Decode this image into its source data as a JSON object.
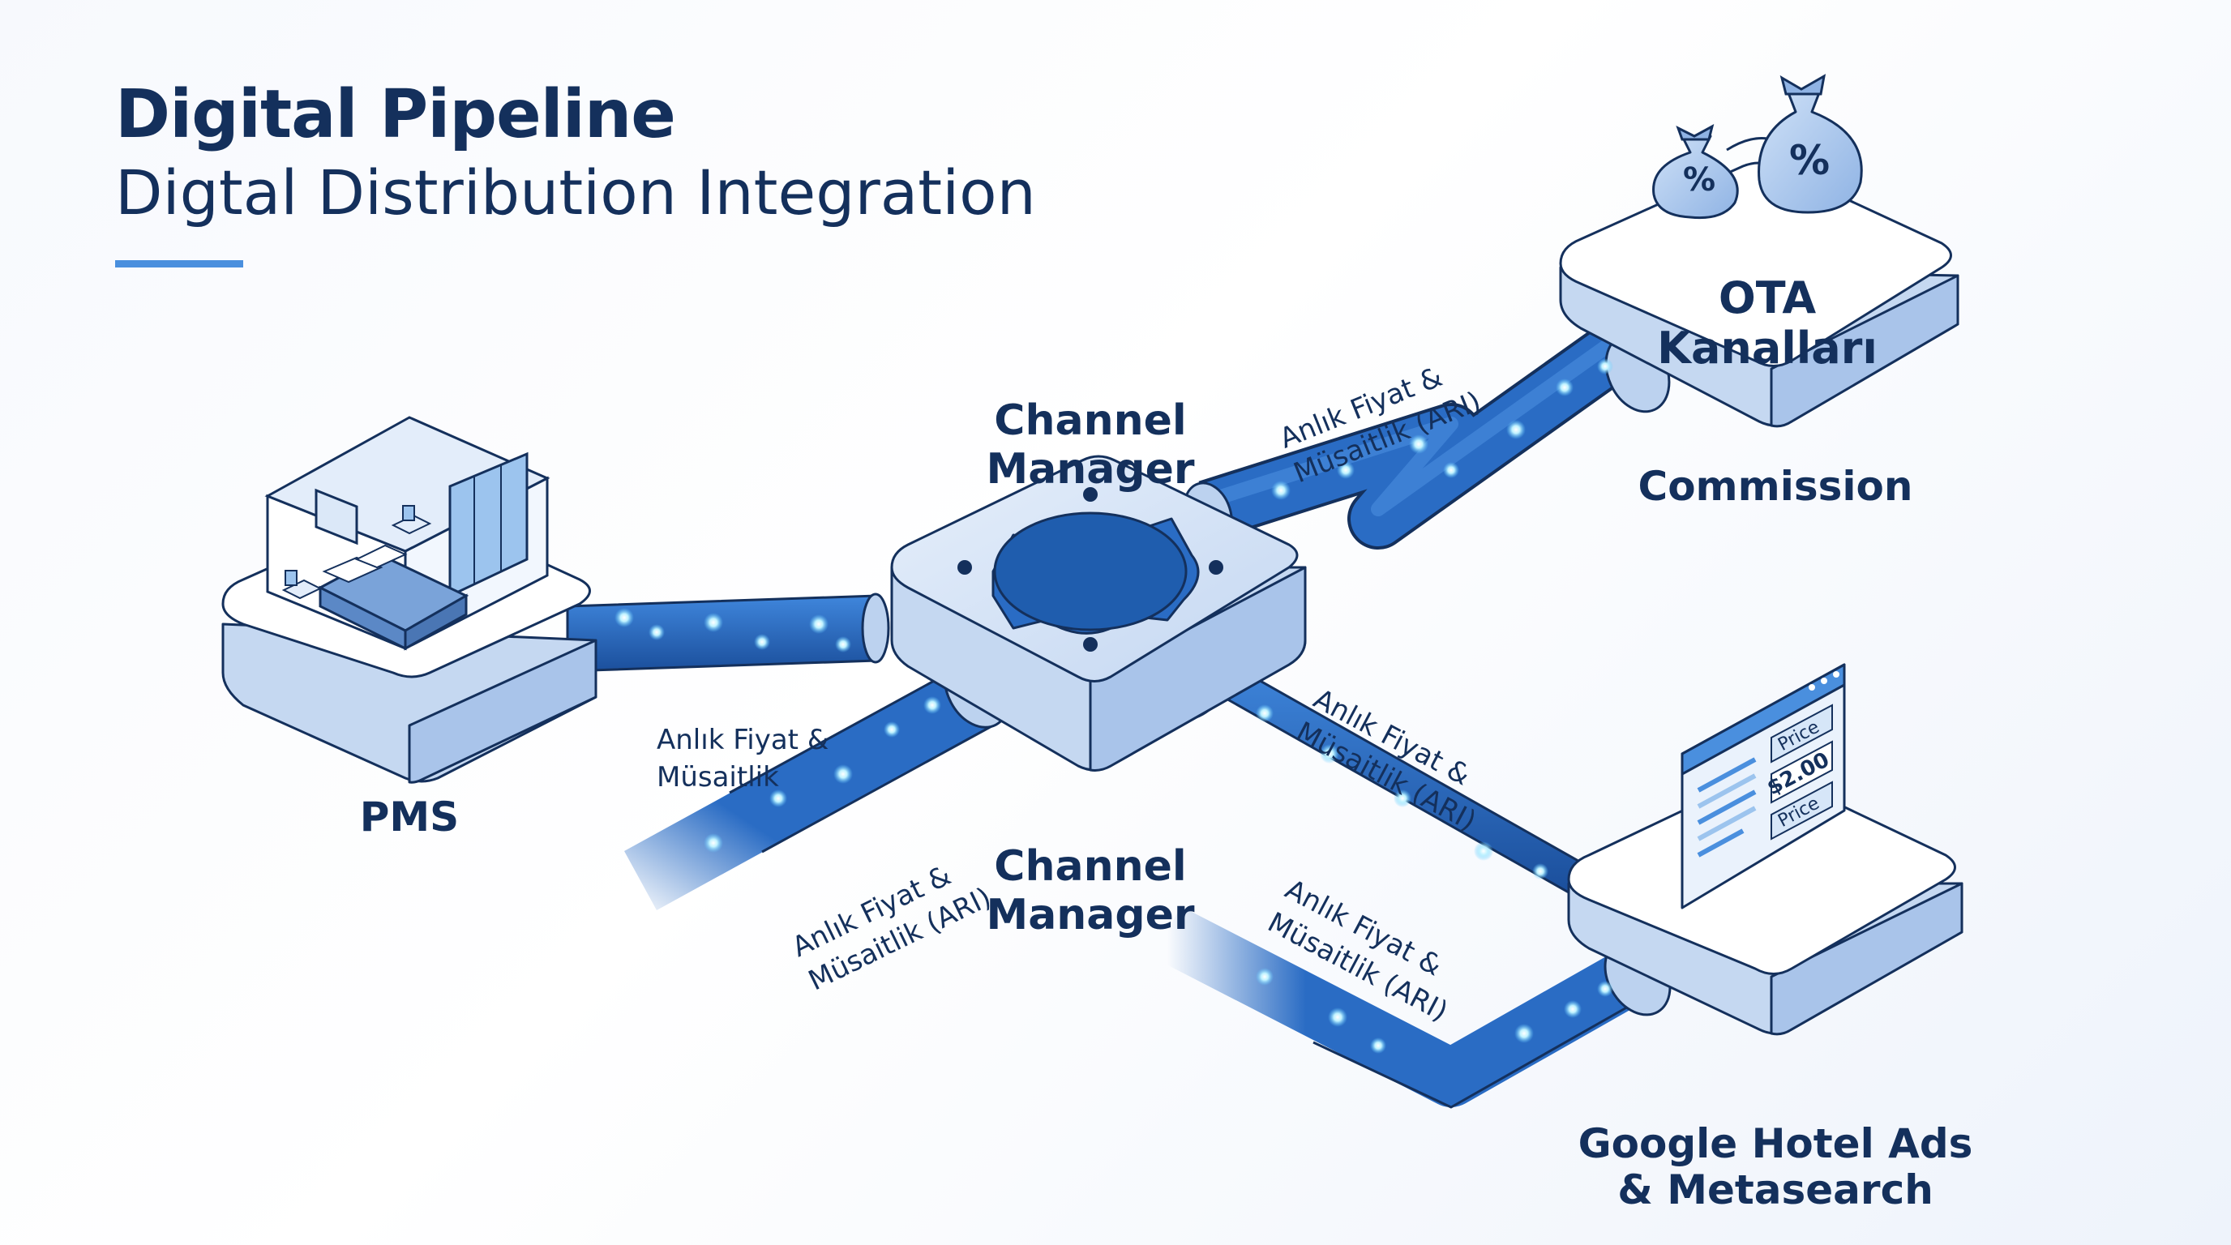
{
  "title": {
    "main": "Digital Pipeline",
    "sub": "Digtal Distribution Integration"
  },
  "nodes": {
    "pms": "PMS",
    "channel_manager_top": "Channel\nManager",
    "channel_manager_bottom": "Channel\nManager",
    "ota": "OTA\nKanalları",
    "commission": "Commission",
    "google": "Google Hotel Ads\n& Metasearch"
  },
  "flows": {
    "pms_to_cm": "Anlık Fiyat &\nMüsaitlik",
    "cm_to_ota": "Anlık Fiyat &\nMüsaitlik (ARI)",
    "cm_inbound": "Anlık Fiyat &\nMüsaitlik (ARI)",
    "cm_to_google_upper": "Anlık Fiyat &\nMüsaitlik (ARI)",
    "cm_to_google_lower": "Anlık Fiyat &\nMüsaitlik (ARI)"
  },
  "price_card": {
    "price_label_top": "Price",
    "price_value": "$2.00",
    "price_label_bottom": "Price"
  },
  "icons": {
    "bag_symbol": "%"
  },
  "colors": {
    "navy": "#14305c",
    "pipe": "#2a6cc4",
    "pipe_dark": "#1d4f9a",
    "platform_top": "#ffffff",
    "platform_side": "#c5d8f1",
    "platform_side_dark": "#a9c4ea",
    "accent": "#4a8fde",
    "glow": "#9fe6ff"
  }
}
